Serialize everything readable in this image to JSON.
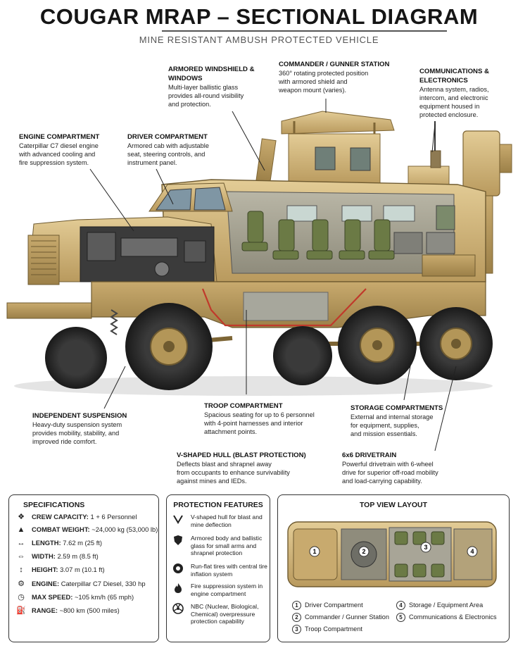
{
  "header": {
    "title": "COUGAR MRAP – SECTIONAL DIAGRAM",
    "subtitle": "MINE RESISTANT AMBUSH PROTECTED VEHICLE"
  },
  "callouts": {
    "windshield": {
      "title": "ARMORED WINDSHIELD & WINDOWS",
      "body": "Multi-layer ballistic glass\nprovides all-round visibility\nand protection."
    },
    "commander": {
      "title": "COMMANDER / GUNNER STATION",
      "body": "360° rotating protected position\nwith armored shield and\nweapon mount (varies)."
    },
    "comms": {
      "title": "COMMUNICATIONS & ELECTRONICS",
      "body": "Antenna system, radios,\nintercom, and electronic\nequipment housed in\nprotected enclosure."
    },
    "engine": {
      "title": "ENGINE COMPARTMENT",
      "body": "Caterpillar C7 diesel engine\nwith advanced cooling and\nfire suppression system."
    },
    "driver": {
      "title": "DRIVER COMPARTMENT",
      "body": "Armored cab with adjustable\nseat, steering controls, and\ninstrument panel."
    },
    "suspension": {
      "title": "INDEPENDENT SUSPENSION",
      "body": "Heavy-duty suspension system\nprovides mobility, stability, and\nimproved ride comfort."
    },
    "troop": {
      "title": "TROOP COMPARTMENT",
      "body": "Spacious seating for up to 6 personnel\nwith 4-point harnesses and interior\nattachment points."
    },
    "storage": {
      "title": "STORAGE COMPARTMENTS",
      "body": "External and internal storage\nfor equipment, supplies,\nand mission essentials."
    },
    "hull": {
      "title": "V-SHAPED HULL (BLAST PROTECTION)",
      "body": "Deflects blast and shrapnel away\nfrom occupants to enhance survivability\nagainst mines and IEDs."
    },
    "drivetrain": {
      "title": "6x6 DRIVETRAIN",
      "body": "Powerful drivetrain with 6-wheel\ndrive for superior off-road mobility\nand load-carrying capability."
    }
  },
  "specs": {
    "title": "SPECIFICATIONS",
    "rows": [
      {
        "icon": "crew-icon",
        "label": "CREW CAPACITY:",
        "value": "1 + 6 Personnel"
      },
      {
        "icon": "weight-icon",
        "label": "COMBAT WEIGHT:",
        "value": "~24,000 kg (53,000 lb)"
      },
      {
        "icon": "length-icon",
        "label": "LENGTH:",
        "value": "7.62 m (25 ft)"
      },
      {
        "icon": "width-icon",
        "label": "WIDTH:",
        "value": "2.59 m (8.5 ft)"
      },
      {
        "icon": "height-icon",
        "label": "HEIGHT:",
        "value": "3.07 m (10.1 ft)"
      },
      {
        "icon": "engine-icon",
        "label": "ENGINE:",
        "value": "Caterpillar C7 Diesel, 330 hp"
      },
      {
        "icon": "speed-icon",
        "label": "MAX SPEED:",
        "value": "~105 km/h (65 mph)"
      },
      {
        "icon": "range-icon",
        "label": "RANGE:",
        "value": "~800 km (500 miles)"
      }
    ]
  },
  "protection": {
    "title": "PROTECTION FEATURES",
    "rows": [
      {
        "icon": "v-hull-icon",
        "text": "V-shaped hull for blast and mine deflection"
      },
      {
        "icon": "shield-icon",
        "text": "Armored body and ballistic glass for small arms and shrapnel protection"
      },
      {
        "icon": "tire-icon",
        "text": "Run-flat tires with central tire inflation system"
      },
      {
        "icon": "fire-icon",
        "text": "Fire suppression system in engine compartment"
      },
      {
        "icon": "nbc-icon",
        "text": "NBC (Nuclear, Biological, Chemical) overpressure protection capability"
      }
    ]
  },
  "topview": {
    "title": "TOP VIEW LAYOUT",
    "markers": [
      "1",
      "2",
      "3",
      "4"
    ],
    "legend": [
      {
        "num": "1",
        "label": "Driver Compartment"
      },
      {
        "num": "2",
        "label": "Commander / Gunner Station"
      },
      {
        "num": "3",
        "label": "Troop Compartment"
      },
      {
        "num": "4",
        "label": "Storage / Equipment Area"
      },
      {
        "num": "5",
        "label": "Communications & Electronics"
      }
    ]
  }
}
